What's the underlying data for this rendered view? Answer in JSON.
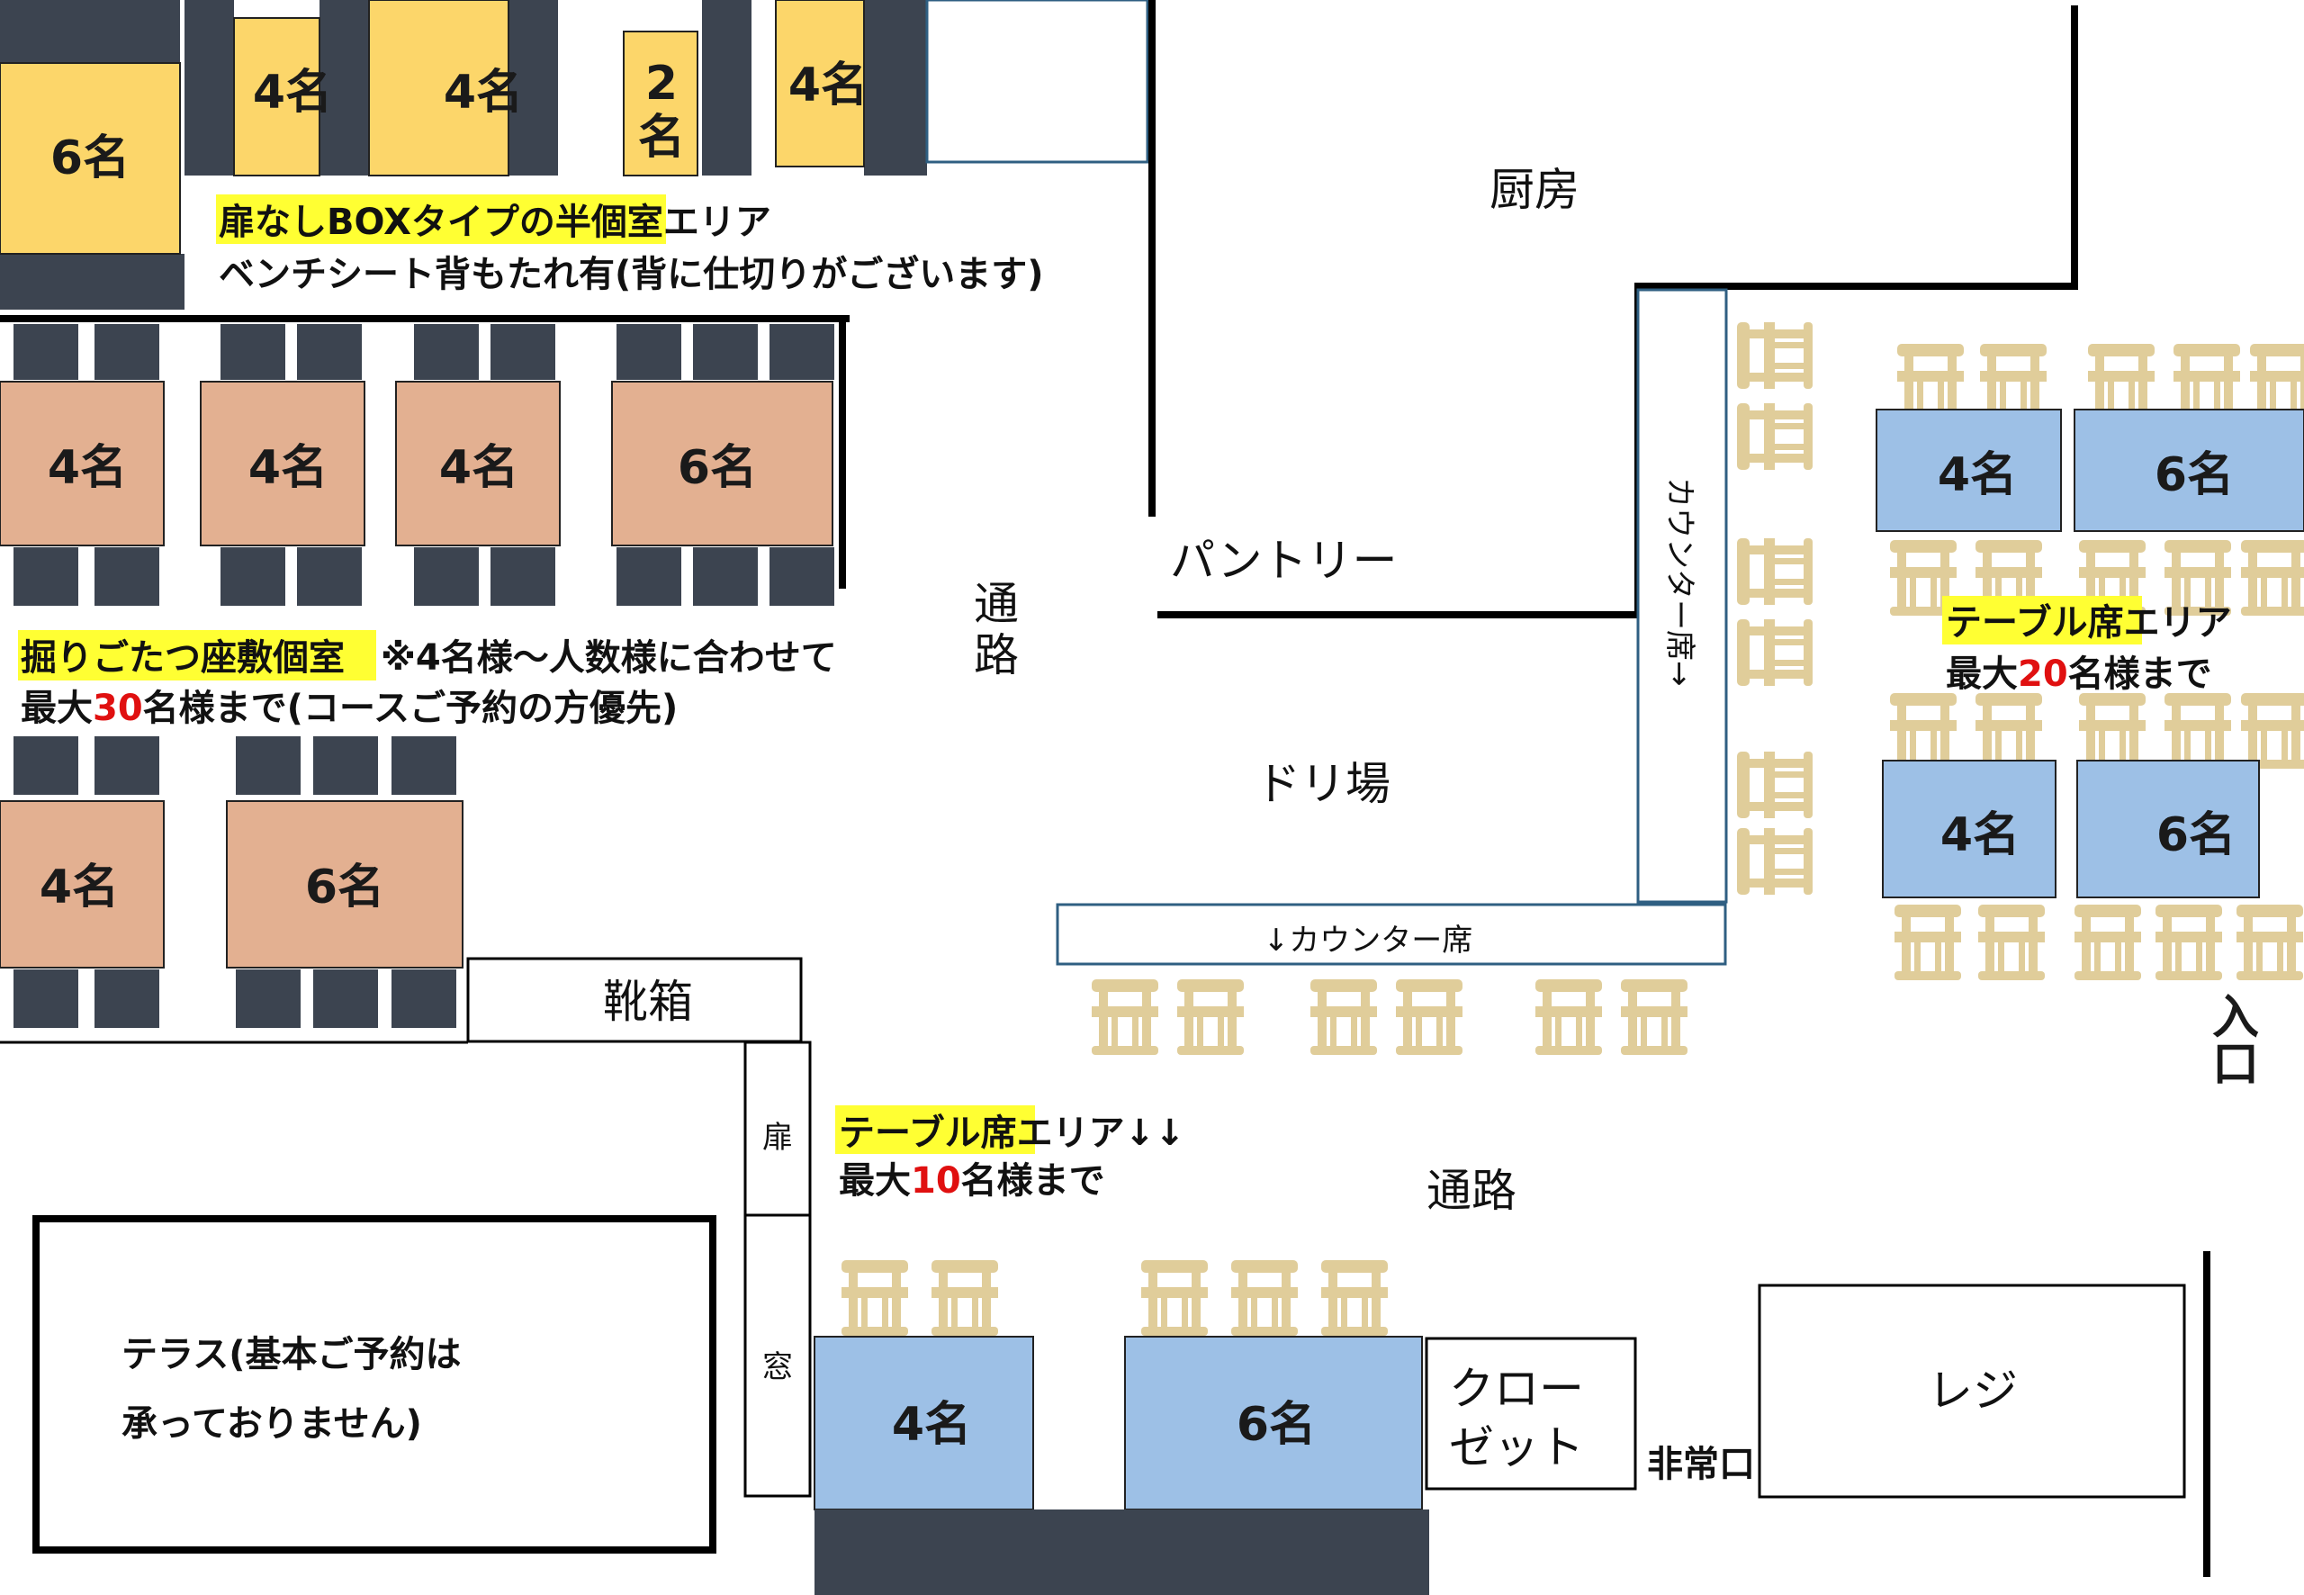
{
  "colors": {
    "box_table": "#fcd66a",
    "tatami_table": "#e3b091",
    "table_seat": "#9dc0e6",
    "cushion": "#3c4450",
    "chair": "#e0cd9a",
    "highlight": "#ffff33",
    "accent_red": "#e01010",
    "wall": "#000000"
  },
  "box_area": {
    "tables": [
      "6名",
      "4名",
      "4名",
      "2\n名",
      "4名"
    ],
    "caption_highlight": "扉なしBOXタイプの半個室",
    "caption_suffix": "エリア",
    "caption_line2": "ベンチシート背もたれ有(背に仕切りがございます)"
  },
  "tatami_area": {
    "tables_top": [
      "4名",
      "4名",
      "4名",
      "6名"
    ],
    "tables_bottom": [
      "4名",
      "6名"
    ],
    "caption_highlight": "掘りごたつ座敷個室",
    "caption_suffix": "　※4名様～人数様に合わせて",
    "caption_line2_a": "最大",
    "caption_line2_num": "30",
    "caption_line2_b": "名様まで(コースご予約の方優先)"
  },
  "rooms": {
    "kitchen": "厨房",
    "pantry": "パントリー",
    "drink_station": "ドリ場",
    "aisle_vertical_1": "通",
    "aisle_vertical_2": "路",
    "aisle_bottom": "通路",
    "shoe_box": "靴箱",
    "door": "扉",
    "window": "窓",
    "terrace_line1": "テラス(基本ご予約は",
    "terrace_line2": "承っておりません)",
    "closet_line1": "クロー",
    "closet_line2": "ゼット",
    "emergency_exit": "非常口",
    "register": "レジ",
    "entrance_1": "入",
    "entrance_2": "口"
  },
  "counter": {
    "vertical_label": "カウンター席→",
    "horizontal_label": "↓カウンター席"
  },
  "table_area_right": {
    "tables": [
      "4名",
      "6名",
      "4名",
      "6名"
    ],
    "caption_highlight": "テーブル席",
    "caption_suffix": "エリア",
    "caption_line2_a": "最大",
    "caption_line2_num": "20",
    "caption_line2_b": "名様まで"
  },
  "table_area_bottom": {
    "tables": [
      "4名",
      "6名"
    ],
    "caption_highlight": "テーブル席",
    "caption_suffix": "エリア↓↓",
    "caption_line2_a": "最大",
    "caption_line2_num": "10",
    "caption_line2_b": "名様まで"
  }
}
